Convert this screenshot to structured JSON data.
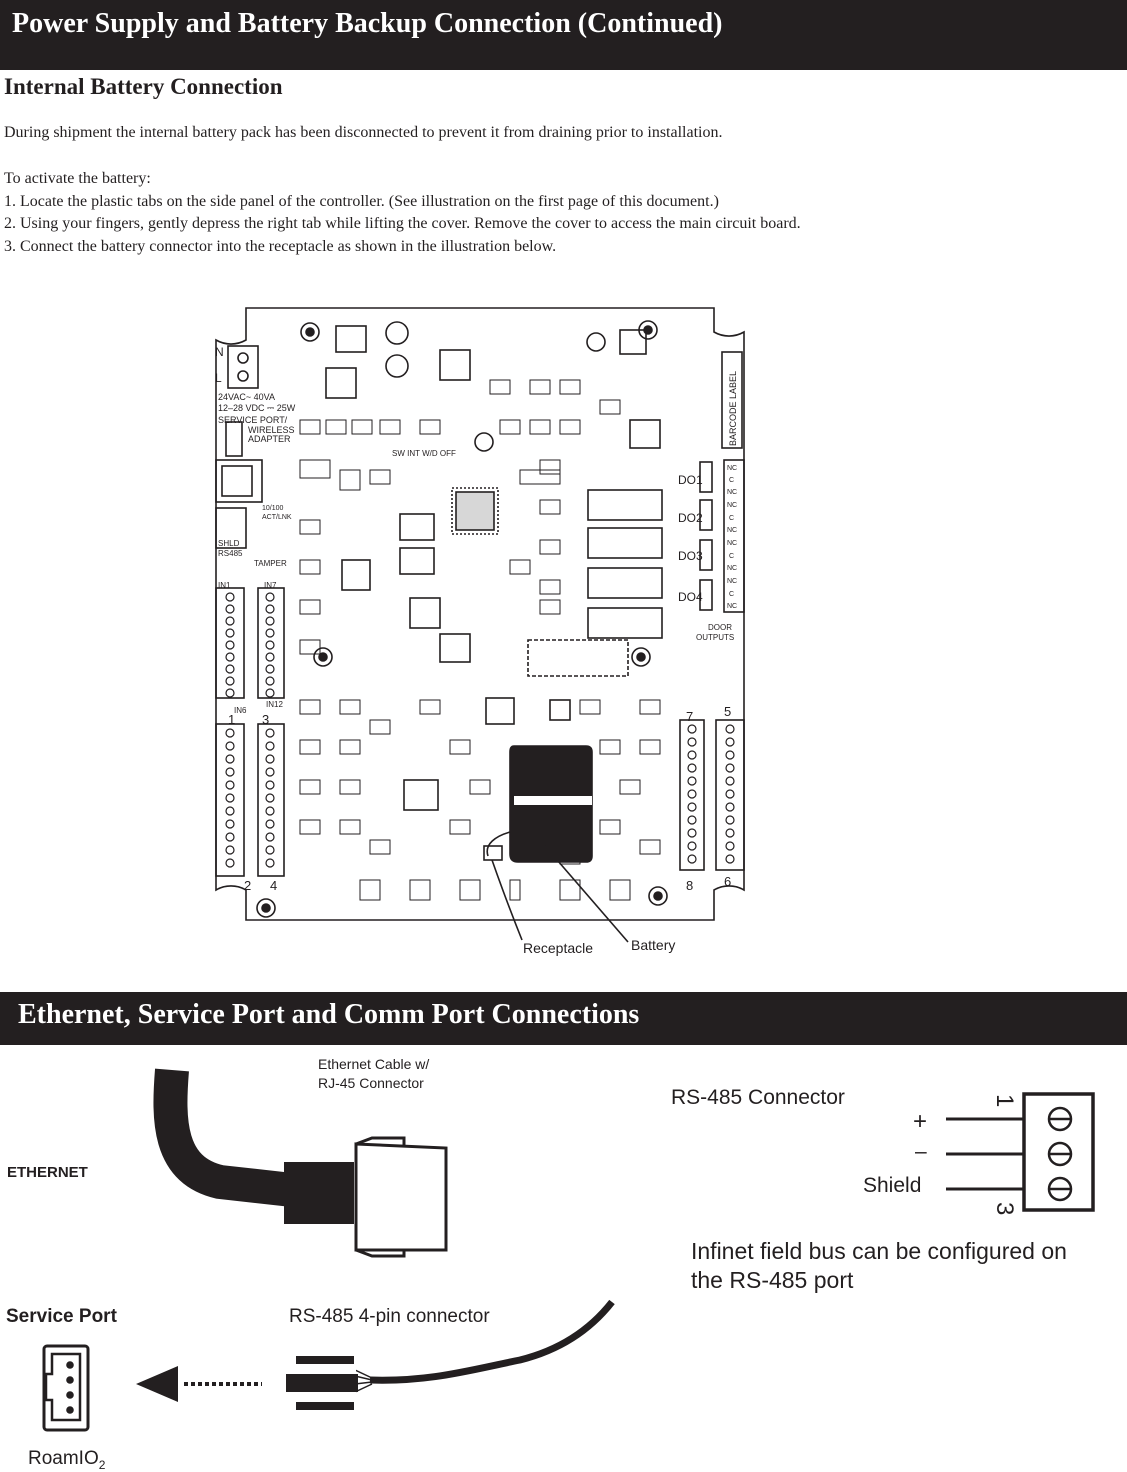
{
  "section1": {
    "banner": "Power Supply and Battery Backup Connection (Continued)",
    "heading": "Internal Battery Connection",
    "intro": "During shipment the internal battery pack has been disconnected to prevent it from draining prior to installation.",
    "activate": "To activate the battery:",
    "steps": [
      "1. Locate the plastic tabs on the side panel of the controller. (See illustration on the first page of this document.)",
      "2. Using your fingers, gently depress the right tab while lifting the cover. Remove the cover to access the main circuit board.",
      "3. Connect the battery connector into the receptacle as shown in the illustration below."
    ]
  },
  "board": {
    "power_label_1": "24VAC~ 40VA",
    "power_label_2": "12–28 VDC ⎓ 25W",
    "service_port_label": "SERVICE PORT/",
    "wireless_label_1": "WIRELESS",
    "wireless_label_2": "ADAPTER",
    "ethernet_labels": [
      "10/100",
      "ACT/LNK"
    ],
    "shld_label": "SHLD",
    "rs485_label": "RS485",
    "tamper_label": "TAMPER",
    "in_labels": [
      "IN1",
      "IN7",
      "IN6",
      "IN12"
    ],
    "terminal_numbers": [
      "1",
      "3",
      "2",
      "4",
      "7",
      "5",
      "8",
      "6"
    ],
    "door_output_labels": [
      "DO1",
      "DO2",
      "DO3",
      "DO4"
    ],
    "nc_column": [
      "NC",
      "C",
      "NC",
      "NC",
      "C",
      "NC",
      "NC",
      "C",
      "NC",
      "NC",
      "C",
      "NC"
    ],
    "door_outputs_title_1": "DOOR",
    "door_outputs_title_2": "OUTPUTS",
    "barcode_label": "BARCODE LABEL",
    "sw_label": "SW INT W/D OFF",
    "receptacle_label": "Receptacle",
    "battery_label": "Battery"
  },
  "section2": {
    "banner": "Ethernet, Service Port and Comm Port Connections",
    "ethernet_cable_label_1": "Ethernet Cable w/",
    "ethernet_cable_label_2": "RJ-45 Connector",
    "ethernet_label": "ETHERNET",
    "rs485_connector_label": "RS-485 Connector",
    "plus_label": "+",
    "minus_label": "–",
    "shield_label": "Shield",
    "pin_top": "1",
    "pin_bottom": "3",
    "infinet_note_1": "Infinet field bus can be configured on",
    "infinet_note_2": "the RS-485 port",
    "service_port_label": "Service Port",
    "rs485_4pin_label": "RS-485 4-pin connector",
    "roamio_label": "RoamIO",
    "roamio_sub": "2"
  },
  "colors": {
    "banner_bg": "#231f20",
    "ink": "#231f20",
    "page": "#ffffff"
  }
}
